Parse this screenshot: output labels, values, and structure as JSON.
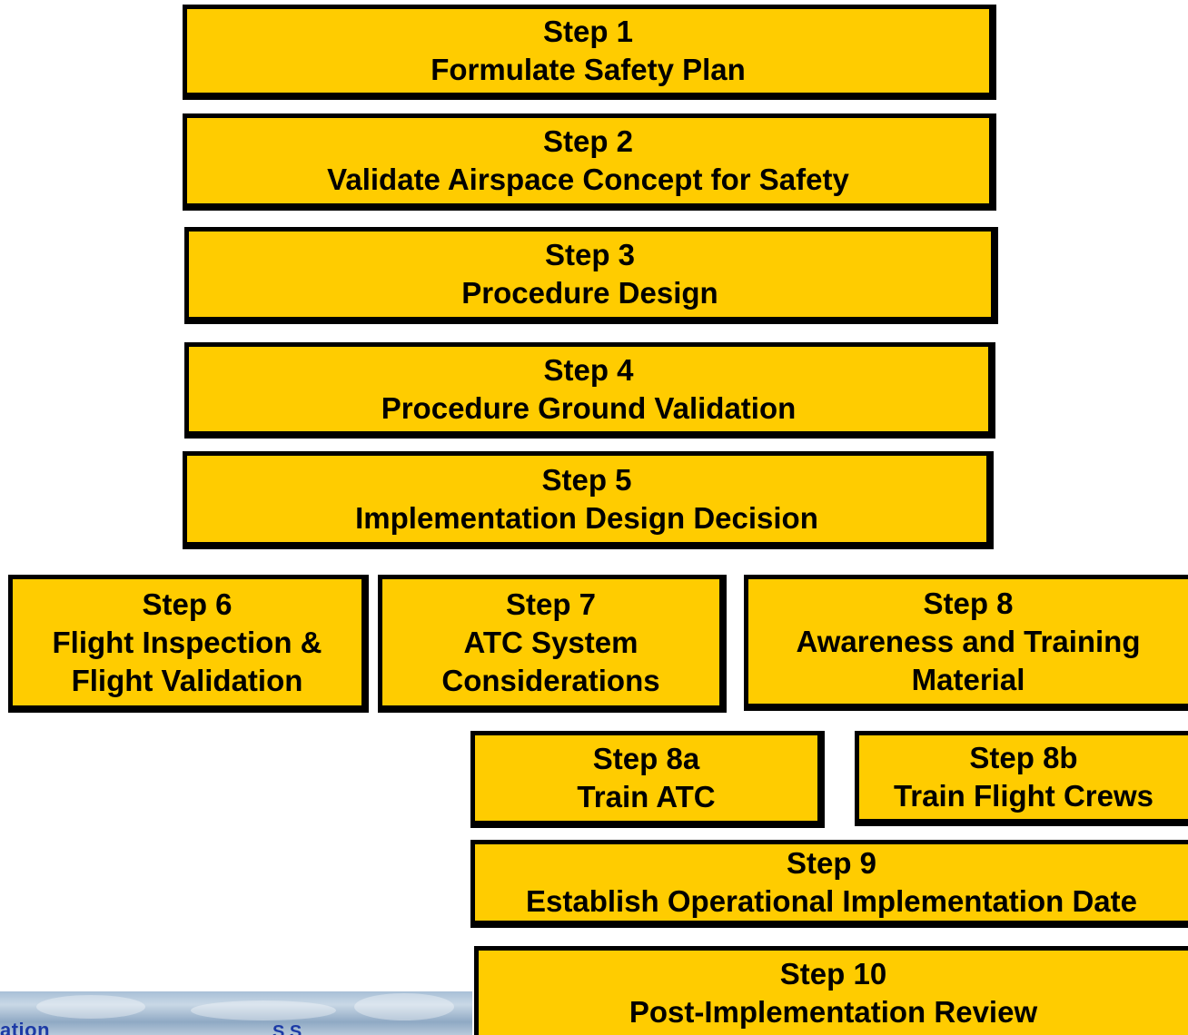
{
  "colors": {
    "box_fill": "#ffcc00",
    "box_border": "#000000",
    "text": "#000000",
    "footer_text": "#1c3aa6"
  },
  "steps": {
    "s1": {
      "label": "Step 1",
      "title": "Formulate Safety Plan"
    },
    "s2": {
      "label": "Step 2",
      "title": "Validate Airspace Concept for Safety"
    },
    "s3": {
      "label": "Step 3",
      "title": "Procedure Design"
    },
    "s4": {
      "label": "Step 4",
      "title": "Procedure Ground Validation"
    },
    "s5": {
      "label": "Step 5",
      "title": "Implementation Design Decision"
    },
    "s6": {
      "label": "Step 6",
      "title_line1": "Flight Inspection &",
      "title_line2": "Flight Validation"
    },
    "s7": {
      "label": "Step 7",
      "title_line1": "ATC System",
      "title_line2": "Considerations"
    },
    "s8": {
      "label": "Step 8",
      "title_line1": "Awareness and Training",
      "title_line2": "Material"
    },
    "s8a": {
      "label": "Step 8a",
      "title": "Train ATC"
    },
    "s8b": {
      "label": "Step 8b",
      "title": "Train Flight Crews"
    },
    "s9": {
      "label": "Step 9",
      "title": "Establish Operational Implementation Date"
    },
    "s10": {
      "label": "Step 10",
      "title": "Post-Implementation Review"
    }
  },
  "footer": {
    "text_left": "ation",
    "text_right": "S   S"
  }
}
